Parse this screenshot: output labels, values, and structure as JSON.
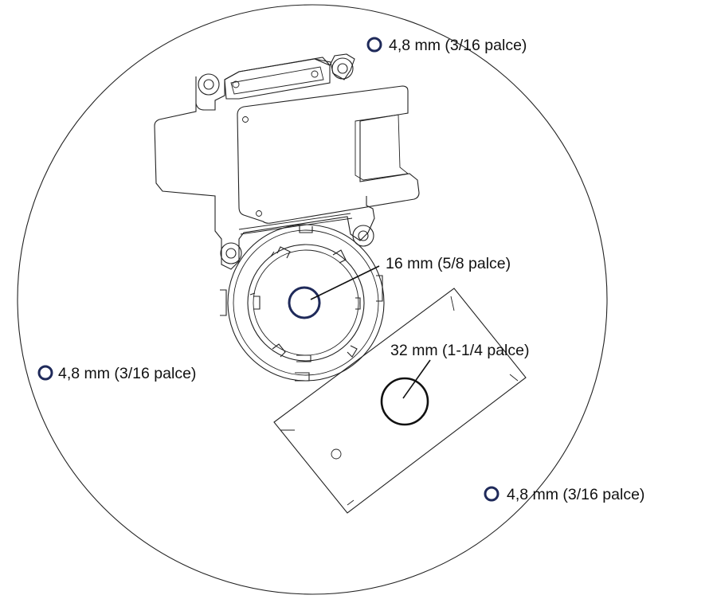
{
  "labels": {
    "hole_top": "4,8 mm (3/16 palce)",
    "hole_left": "4,8 mm (3/16 palce)",
    "hole_bottom_right": "4,8 mm (3/16 palce)",
    "hole_center": "16 mm (5/8 palce)",
    "hole_large": "32 mm (1-1/4 palce)"
  },
  "colors": {
    "hole_marker": "#1f2a5a",
    "outline": "#222222",
    "text": "#111111"
  }
}
